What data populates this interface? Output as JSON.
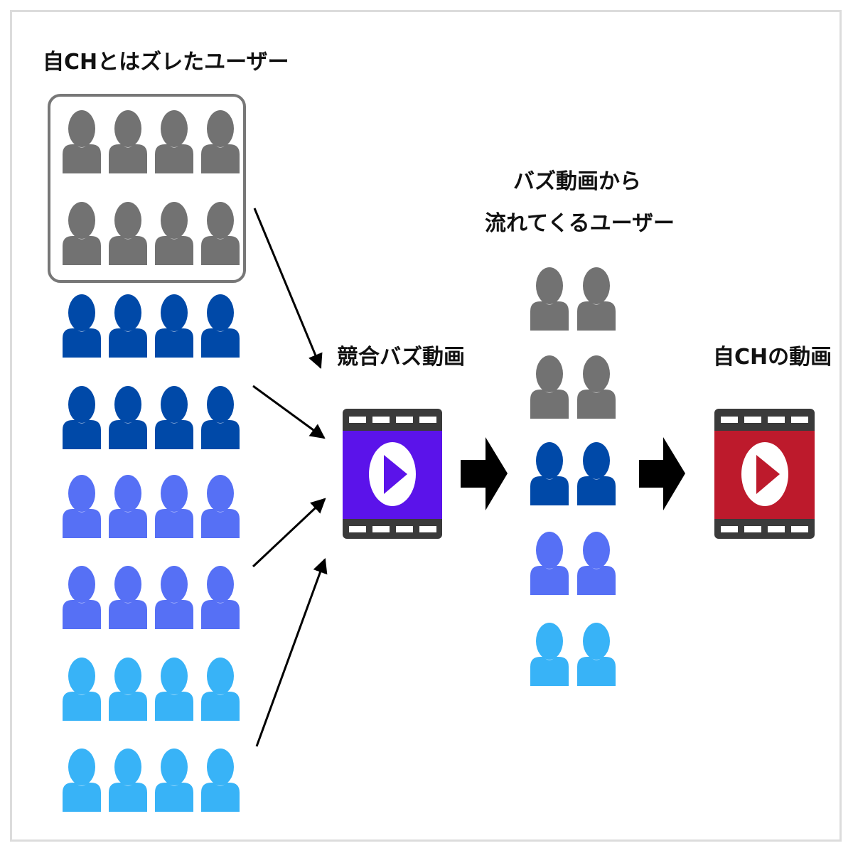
{
  "labels": {
    "offtarget_users": "自CHとはズレたユーザー",
    "competitor_video": "競合バズ動画",
    "incoming_users_line1": "バズ動画から",
    "incoming_users_line2": "流れてくるユーザー",
    "own_video": "自CHの動画"
  },
  "colors": {
    "gray": "#727272",
    "dark_blue": "#0049a8",
    "medium_blue": "#5670f5",
    "light_blue": "#38b3f7",
    "film_frame": "#3a3a3a",
    "competitor_video_screen": "#5b13ea",
    "own_video_screen": "#bd1a2c",
    "play_triangle_competitor": "#5b13ea",
    "play_triangle_own": "#bd1a2c",
    "group_box_border": "#777777",
    "arrows": "#000000"
  },
  "audience": {
    "group_rows": [
      {
        "color": "gray",
        "count": 4
      },
      {
        "color": "gray",
        "count": 4
      },
      {
        "color": "dark_blue",
        "count": 4
      },
      {
        "color": "dark_blue",
        "count": 4
      },
      {
        "color": "medium_blue",
        "count": 4
      },
      {
        "color": "medium_blue",
        "count": 4
      },
      {
        "color": "light_blue",
        "count": 4
      },
      {
        "color": "light_blue",
        "count": 4
      }
    ],
    "incoming_rows": [
      {
        "color": "gray",
        "count": 2
      },
      {
        "color": "gray",
        "count": 2
      },
      {
        "color": "dark_blue",
        "count": 2
      },
      {
        "color": "medium_blue",
        "count": 2
      },
      {
        "color": "light_blue",
        "count": 2
      }
    ]
  },
  "icons": {
    "person": "person-icon",
    "video": "video-film-icon",
    "play": "play-icon",
    "arrow": "arrow-right-icon"
  }
}
